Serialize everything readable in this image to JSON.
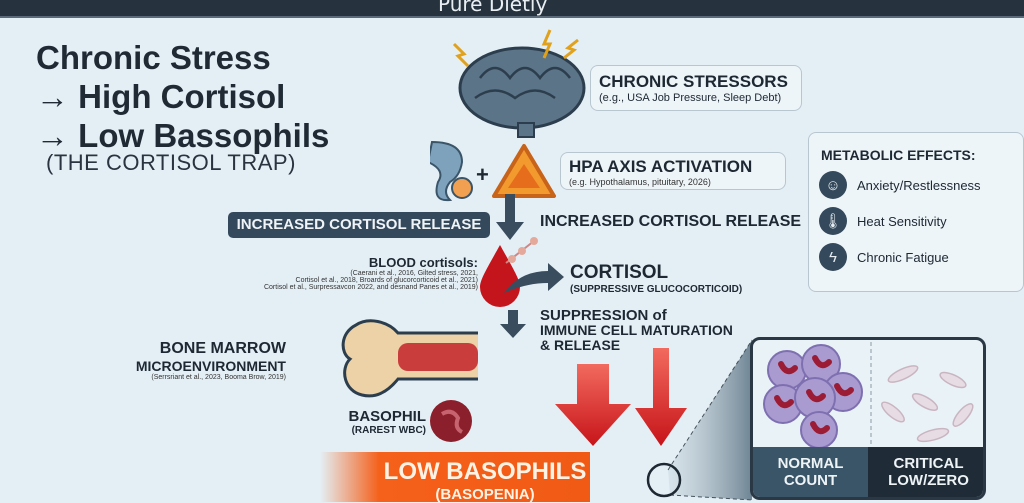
{
  "header": {
    "logo": "Pure Dietly"
  },
  "title": {
    "line1": "Chronic Stress",
    "line2": "→ High Cortisol",
    "line3": "→ Low Bassophils",
    "subtitle": "(THE CORTISOL TRAP)"
  },
  "stressors": {
    "heading": "CHRONIC STRESSORS",
    "detail": "(e.g., USA Job Pressure, Sleep Debt)"
  },
  "hpa": {
    "heading": "HPA AXIS ACTIVATION",
    "detail": "(e.g. Hypothalamus, pituitary, 2026)"
  },
  "release": {
    "pill": "INCREASED CORTISOL RELEASE",
    "label": "INCREASED CORTISOL RELEASE"
  },
  "blood": {
    "heading": "BLOOD cortisols:",
    "refs": [
      "(Caerani et al., 2016, Gilted stress, 2021,",
      "Cortisol et al., 2018, Broards of glucorcorticoid et al., 2021)",
      "Cortisol et al., Surpressavcon 2022, and desnand Panes et al., 2019)"
    ]
  },
  "cortisol": {
    "heading": "CORTISOL",
    "detail": "(SUPPRESSIVE GLUCOCORTICOID)"
  },
  "suppression": {
    "line1": "SUPPRESSION of",
    "line2": "IMMUNE CELL MATURATION",
    "line3": "& RELEASE"
  },
  "bone": {
    "line1": "BONE MARROW",
    "line2": "MICROENVIRONMENT",
    "refs": "(Serrsriant et al., 2023, Booma Brow, 2019)"
  },
  "basophil": {
    "heading": "BASOPHIL",
    "detail": "(RAREST WBC)"
  },
  "result": {
    "heading": "LOW BASOPHILS",
    "detail": "(BASOPENIA)"
  },
  "metabolic": {
    "heading": "METABOLIC EFFECTS:",
    "items": [
      {
        "label": "Anxiety/Restlessness",
        "icon": "head-brain-icon"
      },
      {
        "label": "Heat Sensitivity",
        "icon": "thermometer-icon"
      },
      {
        "label": "Chronic Fatigue",
        "icon": "lightning-icon"
      }
    ]
  },
  "comparison": {
    "normal": "NORMAL COUNT",
    "critical": "CRITICAL LOW/ZERO"
  },
  "colors": {
    "dark": "#34495b",
    "red": "#d7261e",
    "orange": "#f5601a",
    "background": "#e4eff5"
  }
}
